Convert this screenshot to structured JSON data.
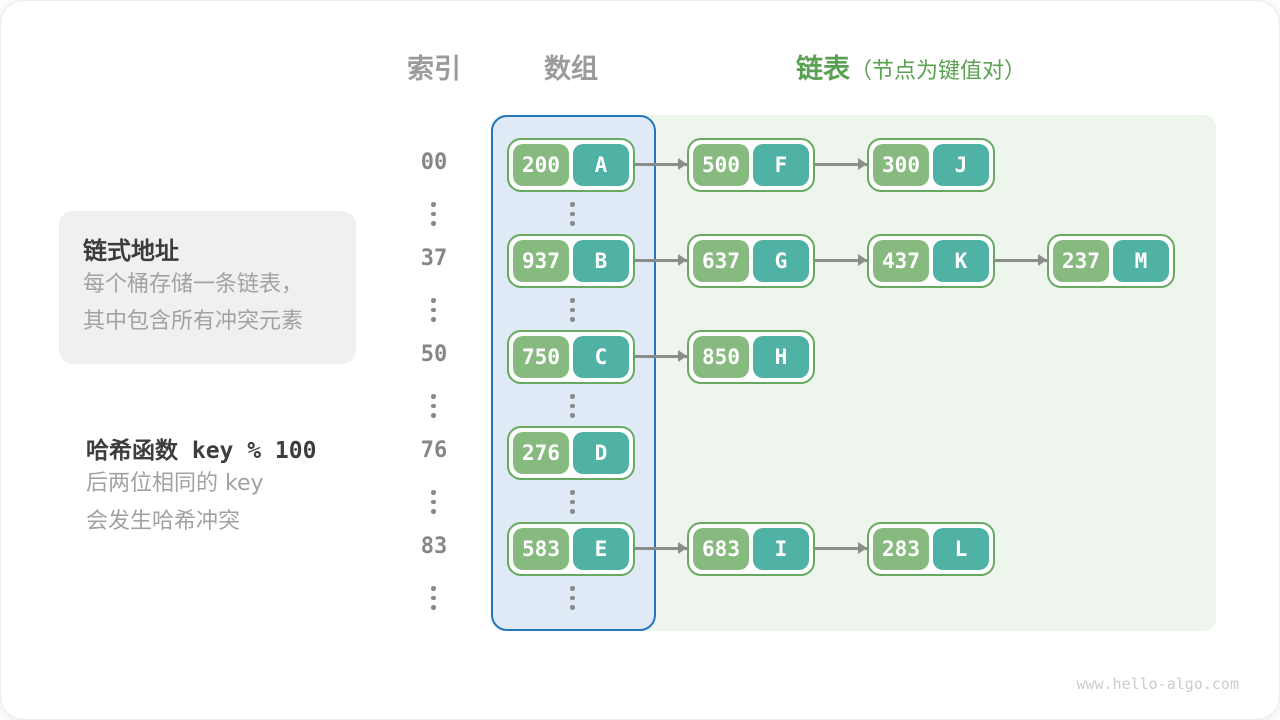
{
  "title_row": {
    "index_header": "索引",
    "array_header": "数组",
    "list_header": "链表",
    "list_header_note": "（节点为键值对）"
  },
  "side_notes": {
    "chaining": {
      "title": "链式地址",
      "lines": [
        "每个桶存储一条链表，",
        "其中包含所有冲突元素"
      ]
    },
    "hash_function": {
      "title": "哈希函数 key % 100",
      "lines": [
        "后两位相同的 key",
        "会发生哈希冲突"
      ]
    }
  },
  "hash_table": {
    "buckets": [
      {
        "index": "00",
        "chain": [
          {
            "key": "200",
            "value": "A"
          },
          {
            "key": "500",
            "value": "F"
          },
          {
            "key": "300",
            "value": "J"
          }
        ]
      },
      {
        "index": "37",
        "chain": [
          {
            "key": "937",
            "value": "B"
          },
          {
            "key": "637",
            "value": "G"
          },
          {
            "key": "437",
            "value": "K"
          },
          {
            "key": "237",
            "value": "M"
          }
        ]
      },
      {
        "index": "50",
        "chain": [
          {
            "key": "750",
            "value": "C"
          },
          {
            "key": "850",
            "value": "H"
          }
        ]
      },
      {
        "index": "76",
        "chain": [
          {
            "key": "276",
            "value": "D"
          }
        ]
      },
      {
        "index": "83",
        "chain": [
          {
            "key": "583",
            "value": "E"
          },
          {
            "key": "683",
            "value": "I"
          },
          {
            "key": "283",
            "value": "L"
          }
        ]
      }
    ]
  },
  "colors": {
    "key_green": "#87ba7e",
    "value_teal": "#4fb2a4",
    "node_border_green": "#68a961",
    "array_fill": "#dfeaf6",
    "array_border": "#2278bb",
    "list_fill": "#edf5ec",
    "header_green": "#5ba153",
    "arrow_gray": "#8c8c8c"
  },
  "watermark": "www.hello-algo.com"
}
